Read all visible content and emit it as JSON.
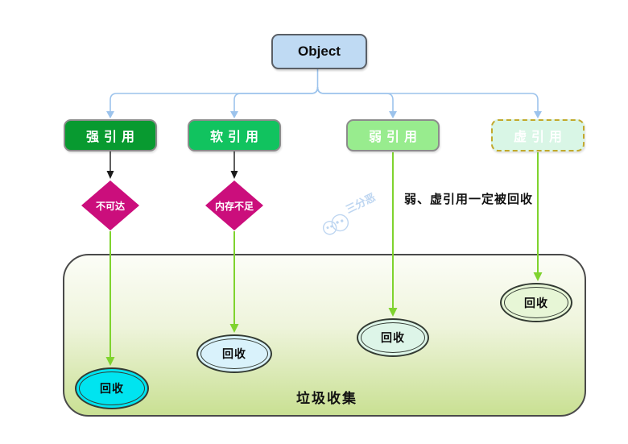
{
  "diagram": {
    "root": {
      "label": "Object",
      "fill": "#bfdaf3"
    },
    "references": [
      {
        "label": "强引用",
        "fill": "#089a30",
        "border_style": "solid"
      },
      {
        "label": "软引用",
        "fill": "#11c35f",
        "border_style": "solid"
      },
      {
        "label": "弱引用",
        "fill": "#98ec8e",
        "border_style": "solid"
      },
      {
        "label": "虚引用",
        "fill": "#d9f6e6",
        "border_style": "dashed",
        "border_color": "#c2a92c"
      }
    ],
    "conditions": [
      {
        "label": "不可达",
        "fill": "#cb0e7c"
      },
      {
        "label": "内存不足",
        "fill": "#cb0e7c"
      }
    ],
    "note": "弱、虚引用一定被回收",
    "gc_container": {
      "label": "垃圾收集"
    },
    "recycle_nodes": [
      {
        "label": "回收",
        "fill": "#00e4f0"
      },
      {
        "label": "回收",
        "fill": "#d9f2fb"
      },
      {
        "label": "回收",
        "fill": "#ddf5e8"
      },
      {
        "label": "回收",
        "fill": "#e7f6d6"
      }
    ],
    "watermark": {
      "label": "三分恶"
    },
    "colors": {
      "connector_blue": "#9cc3ec",
      "arrow_black": "#1a1a1a",
      "arrow_green": "#7fd32e",
      "container_gradient_top": "#fcfdf7",
      "container_gradient_bottom": "#c9e093"
    }
  }
}
